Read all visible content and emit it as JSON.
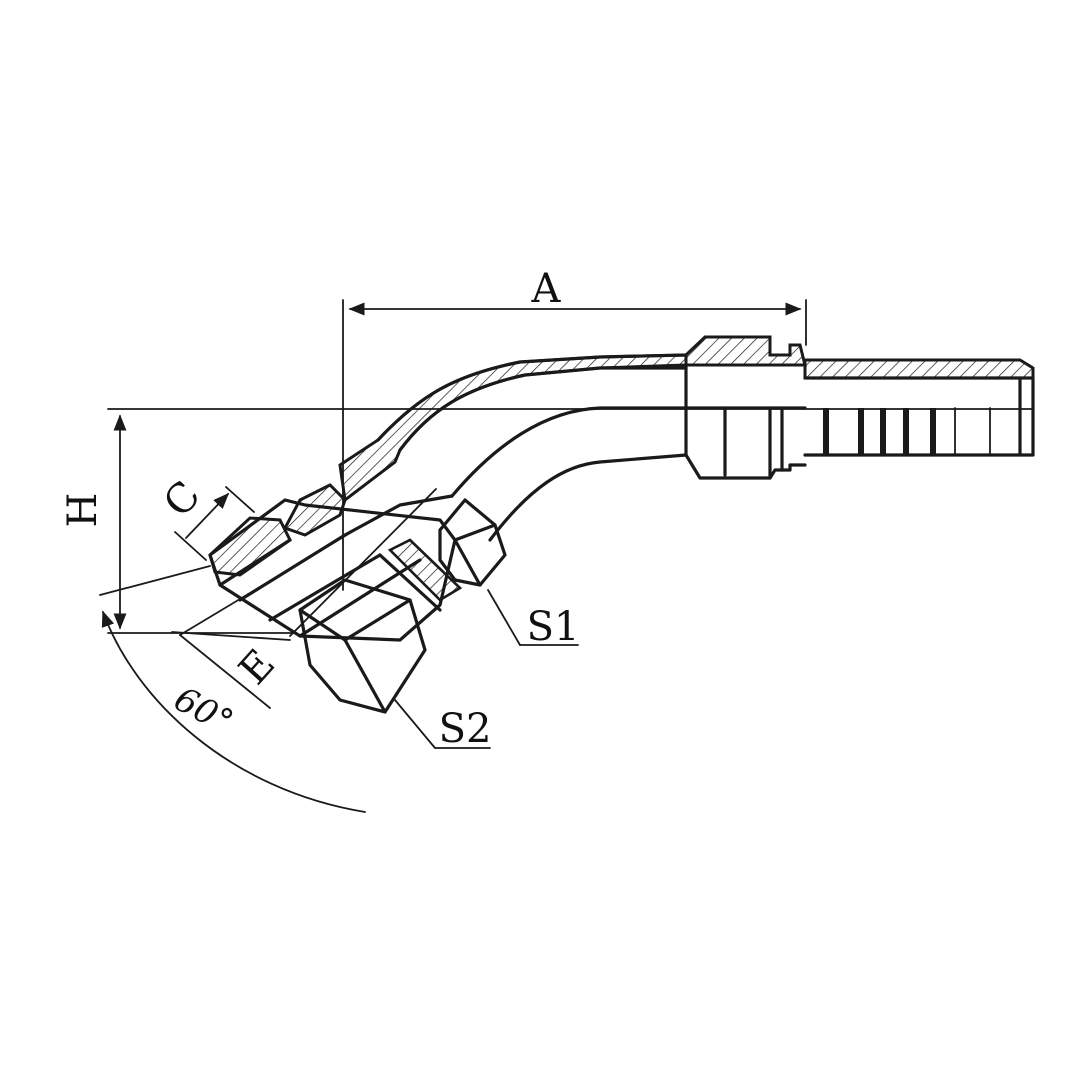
{
  "diagram": {
    "labels": {
      "a": "A",
      "h": "H",
      "c": "C",
      "e": "E",
      "angle": "60°",
      "s1": "S1",
      "s2": "S2"
    }
  }
}
